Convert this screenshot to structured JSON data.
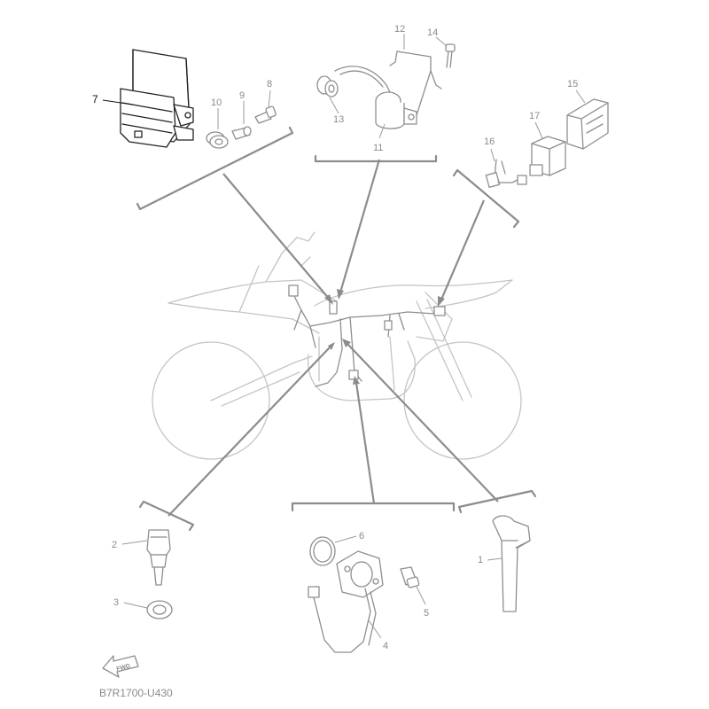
{
  "diagram": {
    "code": "B7R1700-U430",
    "fwd_label": "FWD",
    "highlighted_part": "7",
    "colors": {
      "background": "#ffffff",
      "faint_line": "#c4c4c4",
      "mid_line": "#8e8e8e",
      "highlight_line": "#222222"
    },
    "callouts": [
      {
        "id": "1",
        "label": "1"
      },
      {
        "id": "2",
        "label": "2"
      },
      {
        "id": "3",
        "label": "3"
      },
      {
        "id": "4",
        "label": "4"
      },
      {
        "id": "5",
        "label": "5"
      },
      {
        "id": "6",
        "label": "6"
      },
      {
        "id": "7",
        "label": "7"
      },
      {
        "id": "8",
        "label": "8"
      },
      {
        "id": "9",
        "label": "9"
      },
      {
        "id": "10",
        "label": "10"
      },
      {
        "id": "11",
        "label": "11"
      },
      {
        "id": "12",
        "label": "12"
      },
      {
        "id": "13",
        "label": "13"
      },
      {
        "id": "14",
        "label": "14"
      },
      {
        "id": "15",
        "label": "15"
      },
      {
        "id": "16",
        "label": "16"
      },
      {
        "id": "17",
        "label": "17"
      }
    ]
  }
}
